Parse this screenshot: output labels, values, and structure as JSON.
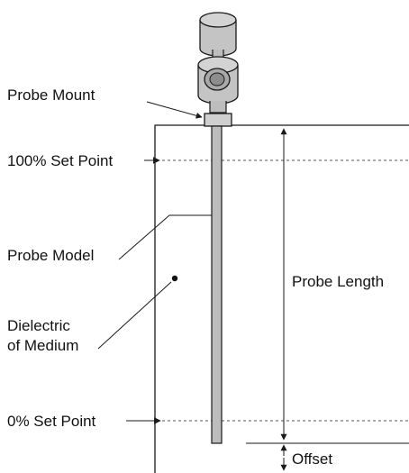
{
  "labels": {
    "probe_mount": "Probe Mount",
    "set_point_100": "100% Set Point",
    "probe_model": "Probe Model",
    "dielectric_line1": "Dielectric",
    "dielectric_line2": "of Medium",
    "set_point_0": "0% Set Point",
    "probe_length": "Probe Length",
    "offset": "Offset"
  },
  "colors": {
    "stroke": "#1a1a1a",
    "transmitter_body": "#c4c4c4",
    "probe_rod": "#bdbdbd",
    "mount_flange": "#cfcfcf",
    "dashed_line": "#555555",
    "background": "#ffffff"
  }
}
